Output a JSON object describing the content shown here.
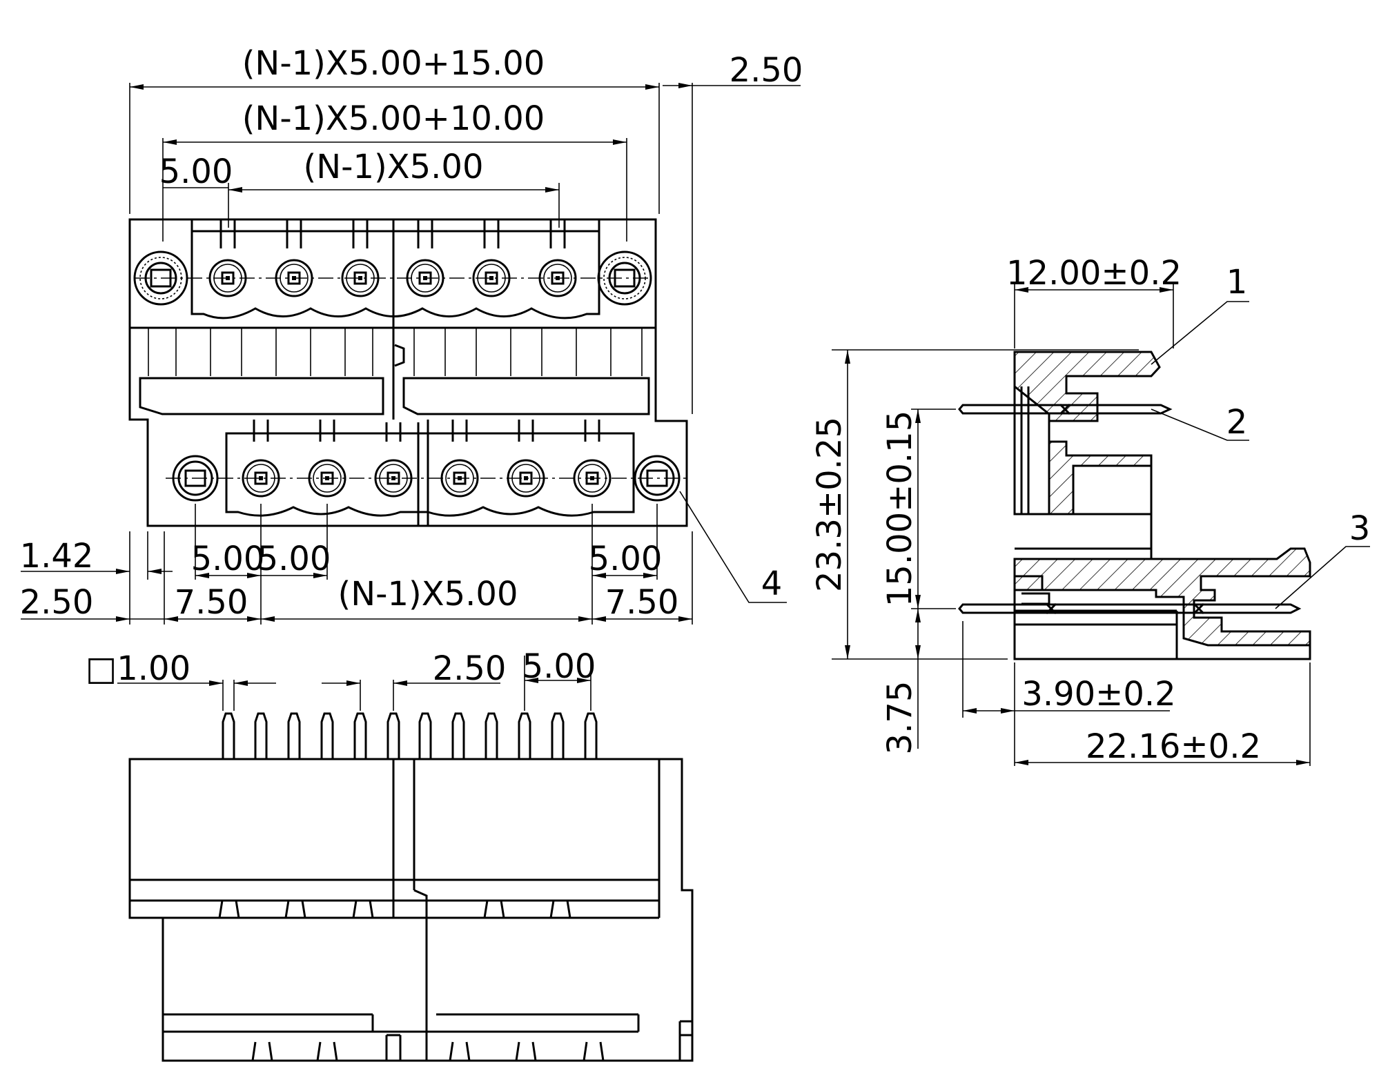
{
  "front_view": {
    "dim_total_width": "(N-1)X5.00+15.00",
    "dim_flange_width": "(N-1)X5.00+10.00",
    "dim_pin_span_top": "(N-1)X5.00",
    "dim_first_pitch": "5.00",
    "dim_right_offset": "2.50",
    "dim_left_step": "1.42",
    "dim_left_offset": "2.50",
    "dim_pitch_a": "5.00",
    "dim_pitch_b": "5.00",
    "dim_pitch_right": "5.00",
    "dim_left_margin": "7.50",
    "dim_pin_span_bottom": "(N-1)X5.00",
    "dim_right_margin": "7.50"
  },
  "bottom_view": {
    "dim_pin_square": "□1.00",
    "dim_pin_offset": "2.50",
    "dim_pin_pitch": "5.00"
  },
  "side_view": {
    "dim_depth_top": "12.00±0.2",
    "dim_total_height": "23.3±0.25",
    "dim_pin_spacing": "15.00±0.15",
    "dim_pin_protrusion": "3.90±0.2",
    "dim_pin_below": "3.75",
    "dim_total_depth": "22.16±0.2"
  },
  "callouts": {
    "item_1": "1",
    "item_2": "2",
    "item_3": "3",
    "item_4": "4"
  }
}
